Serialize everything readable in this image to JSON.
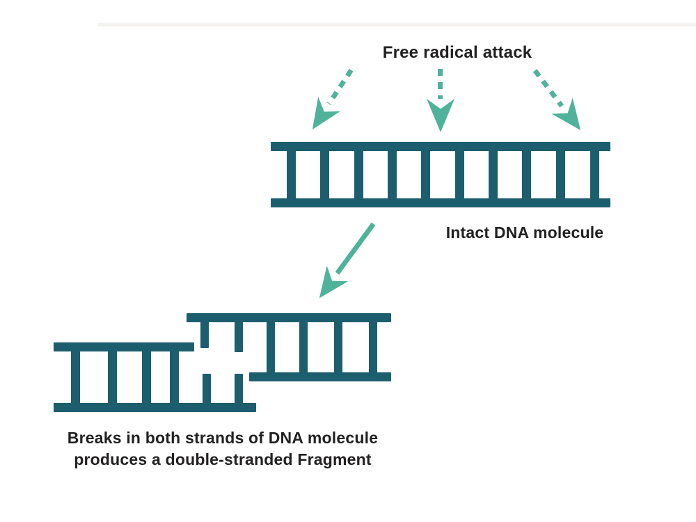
{
  "title": "Free radical attack",
  "labels": {
    "intact": "Intact DNA molecule",
    "caption_line1": "Breaks in both strands of DNA molecule",
    "caption_line2": "produces a double-stranded Fragment"
  },
  "colors": {
    "dna": "#1d5e6e",
    "arrow": "#4fb29a",
    "text": "#222021",
    "bg": "#ffffff"
  },
  "diagram": {
    "intact_rung_count": 10,
    "dashed_arrow_count": 3,
    "fragment_count": 2
  }
}
